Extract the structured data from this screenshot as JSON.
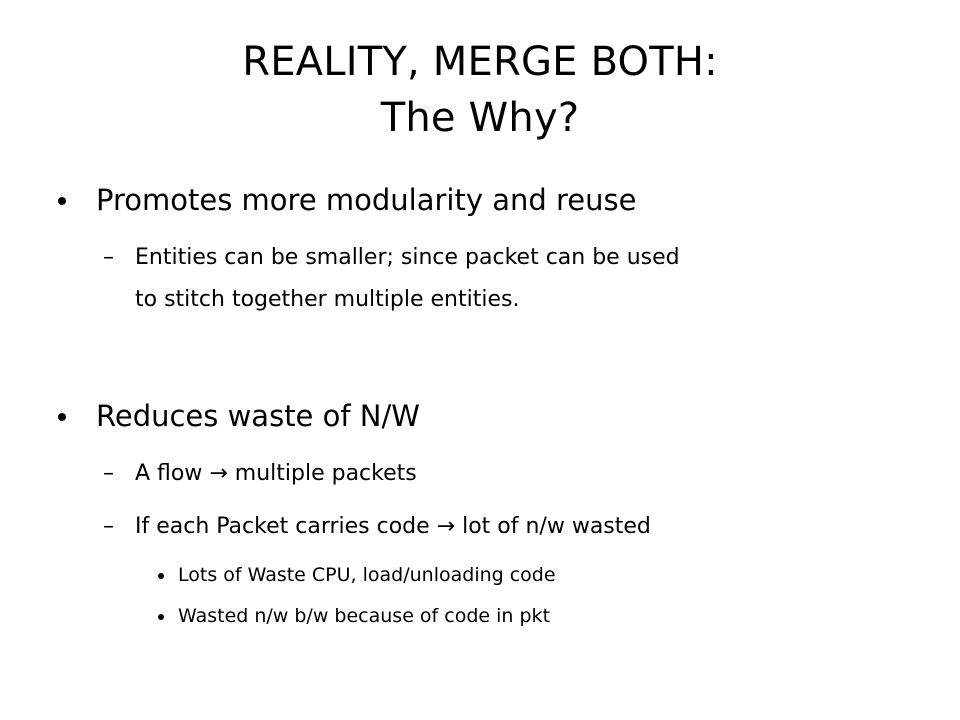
{
  "title": {
    "line1": "REALITY, MERGE BOTH:",
    "line2": "The Why?"
  },
  "bullets": [
    {
      "text": "Promotes more modularity and reuse",
      "subs": [
        {
          "line1": "Entities can be smaller; since packet can be used",
          "line2": "to stitch together multiple entities."
        }
      ]
    },
    {
      "text": "Reduces waste of N/W",
      "subs": [
        {
          "line1": "A flow → multiple packets"
        },
        {
          "line1": "If each Packet carries code → lot of n/w wasted",
          "subs": [
            "Lots of Waste CPU, load/unloading code",
            "Wasted n/w b/w because of code in pkt"
          ]
        }
      ]
    }
  ],
  "dash_glyph": "–"
}
